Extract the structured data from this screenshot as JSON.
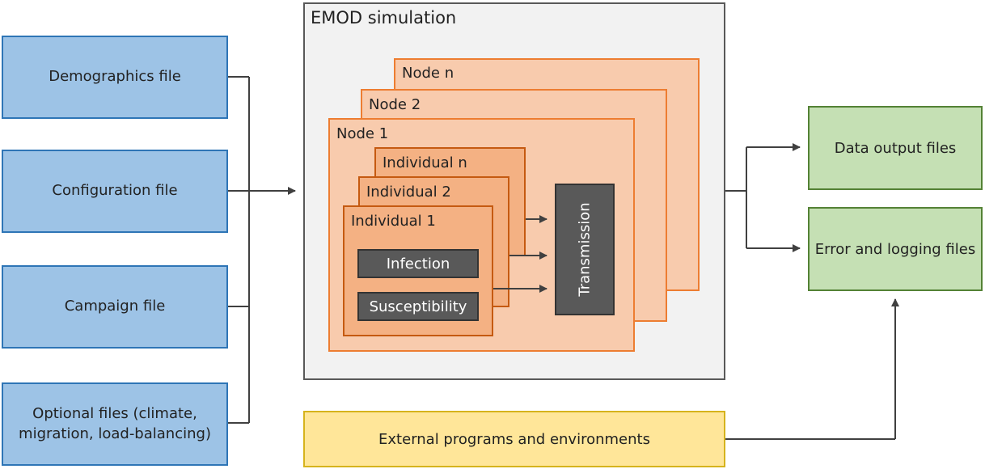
{
  "inputs": [
    {
      "label": "Demographics file"
    },
    {
      "label": "Configuration file"
    },
    {
      "label": "Campaign file"
    },
    {
      "label": "Optional files (climate, migration, load-balancing)"
    }
  ],
  "simulation": {
    "title": "EMOD simulation",
    "nodes": [
      "Node n",
      "Node 2",
      "Node 1"
    ],
    "individuals": [
      "Individual n",
      "Individual 2",
      "Individual 1"
    ],
    "infection_label": "Infection",
    "susceptibility_label": "Susceptibility",
    "transmission_label": "Transmission"
  },
  "outputs": {
    "data_output": "Data output files",
    "error_logging": "Error and logging files"
  },
  "external": {
    "label": "External programs and environments"
  },
  "colors": {
    "input_fill": "#9dc3e6",
    "input_border": "#2e75b6",
    "node_fill": "#f8cbad",
    "node_border": "#ed7d31",
    "individual_fill": "#f4b183",
    "individual_border": "#c55a11",
    "output_fill": "#c5e0b4",
    "output_border": "#548235",
    "external_fill": "#ffe699",
    "external_border": "#d6b31c",
    "connector": "#404040"
  }
}
